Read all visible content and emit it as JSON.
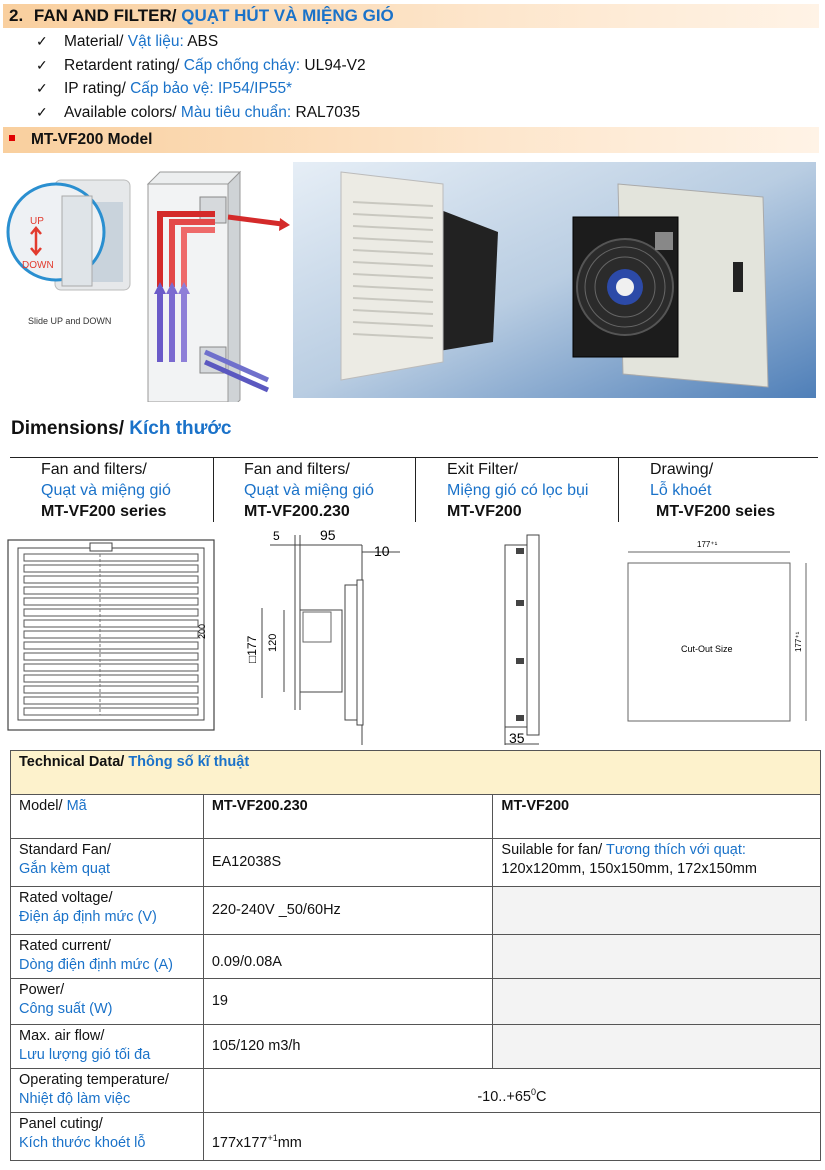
{
  "section": {
    "number": "2.",
    "title_en": "FAN AND FILTER/",
    "title_vi": "QUẠT HÚT VÀ MIỆNG GIÓ"
  },
  "features": [
    {
      "en": "Material/",
      "vi": "Vật liệu:",
      "value": "ABS"
    },
    {
      "en": "Retardent rating/",
      "vi": "Cấp chống cháy:",
      "value": "UL94-V2"
    },
    {
      "en": "IP rating/",
      "vi": "Cấp bảo vệ:",
      "value": "IP54/IP55*"
    },
    {
      "en": "Available colors/",
      "vi": "Màu tiêu chuẩn:",
      "value": "RAL7035"
    }
  ],
  "check_glyph": "✓",
  "model_header": "MT-VF200 Model",
  "illustration": {
    "up": "UP",
    "down": "DOWN",
    "caption": "Slide UP and DOWN"
  },
  "dims_title": {
    "en": "Dimensions/",
    "vi": "Kích thước"
  },
  "dims_columns": [
    {
      "en": "Fan and filters/",
      "vi": "Quạt và miệng gió",
      "model": "MT-VF200 series"
    },
    {
      "en": "Fan and filters/",
      "vi": "Quạt và miệng gió",
      "model": "MT-VF200.230"
    },
    {
      "en": "Exit Filter/",
      "vi": "Miệng gió có lọc bụi",
      "model": "MT-VF200"
    },
    {
      "en": "Drawing/",
      "vi": "Lỗ khoét",
      "model": "MT-VF200 seies"
    }
  ],
  "drawings": {
    "d1": {
      "dim": "200"
    },
    "d2": {
      "top5": "5",
      "top95": "95",
      "top10": "10",
      "h177": "□177",
      "h120": "120"
    },
    "d3": {
      "w35": "35"
    },
    "d4": {
      "top": "177⁺¹",
      "right": "177⁺¹",
      "center": "Cut-Out Size"
    }
  },
  "tech": {
    "head_en": "Technical Data/",
    "head_vi": "Thông số kĩ thuật",
    "model_en": "Model/",
    "model_vi": "Mã",
    "col1": "MT-VF200.230",
    "col2": "MT-VF200",
    "rows": [
      {
        "en": "Standard Fan/",
        "vi": "Gắn kèm quạt",
        "v1": "EA12038S",
        "v2_en": "Suilable for fan/",
        "v2_vi": "Tương thích với quạt:",
        "v2_val": "120x120mm, 150x150mm, 172x150mm"
      },
      {
        "en": "Rated voltage/",
        "vi": "Điện áp định mức (V)",
        "v1": "220-240V _50/60Hz"
      },
      {
        "en": "Rated current/",
        "vi": "Dòng điện định mức (A)",
        "v1": "0.09/0.08A"
      },
      {
        "en": "Power/",
        "vi": "Công suất (W)",
        "v1": "19"
      },
      {
        "en": "Max. air flow/",
        "vi": "Lưu lượng gió tối đa",
        "v1": "105/120 m3/h"
      }
    ],
    "op_temp": {
      "en": "Operating temperature/",
      "vi": "Nhiệt độ làm việc",
      "value_a": "-10..+65",
      "value_sup": "0",
      "value_b": "C"
    },
    "panel": {
      "en": "Panel cuting/",
      "vi": "Kích thước khoét lỗ",
      "value_a": "177x177",
      "value_sup": "+1",
      "value_b": "mm"
    }
  }
}
